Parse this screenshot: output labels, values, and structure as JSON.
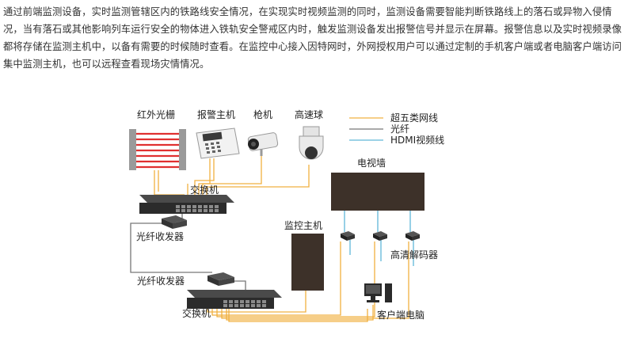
{
  "intro_text": "通过前端监测设备，实时监测管辖区内的铁路线安全情况，在实现实时视频监测的同时，监测设备需要智能判断铁路线上的落石或异物入侵情况，当有落石或其他影响列车运行安全的物体进入铁轨安全警戒区内时，触发监测设备发出报警信号并显示在屏幕。报警信息以及实时视频录像都将存储在监测主机中，以备有需要的时候随时查看。在监控中心接入因特网时，外网授权用户可以通过定制的手机客户端或者电脑客户端访问集中监测主机，也可以远程查看现场灾情情况。",
  "labels": {
    "infrared": "红外光栅",
    "alarm_host": "报警主机",
    "gun_camera": "枪机",
    "dome_camera": "高速球",
    "switch_top": "交换机",
    "fiber_top": "光纤收发器",
    "fiber_bottom": "光纤收发器",
    "switch_bottom": "交换机",
    "monitor_host": "监控主机",
    "tv_wall": "电视墙",
    "decoder": "高清解码器",
    "client_pc": "客户端电脑"
  },
  "legend": [
    {
      "label": "超五类网线",
      "color": "#f0b040"
    },
    {
      "label": "光纤",
      "color": "#777777"
    },
    {
      "label": "HDMI视频线",
      "color": "#5fb6d8"
    }
  ]
}
